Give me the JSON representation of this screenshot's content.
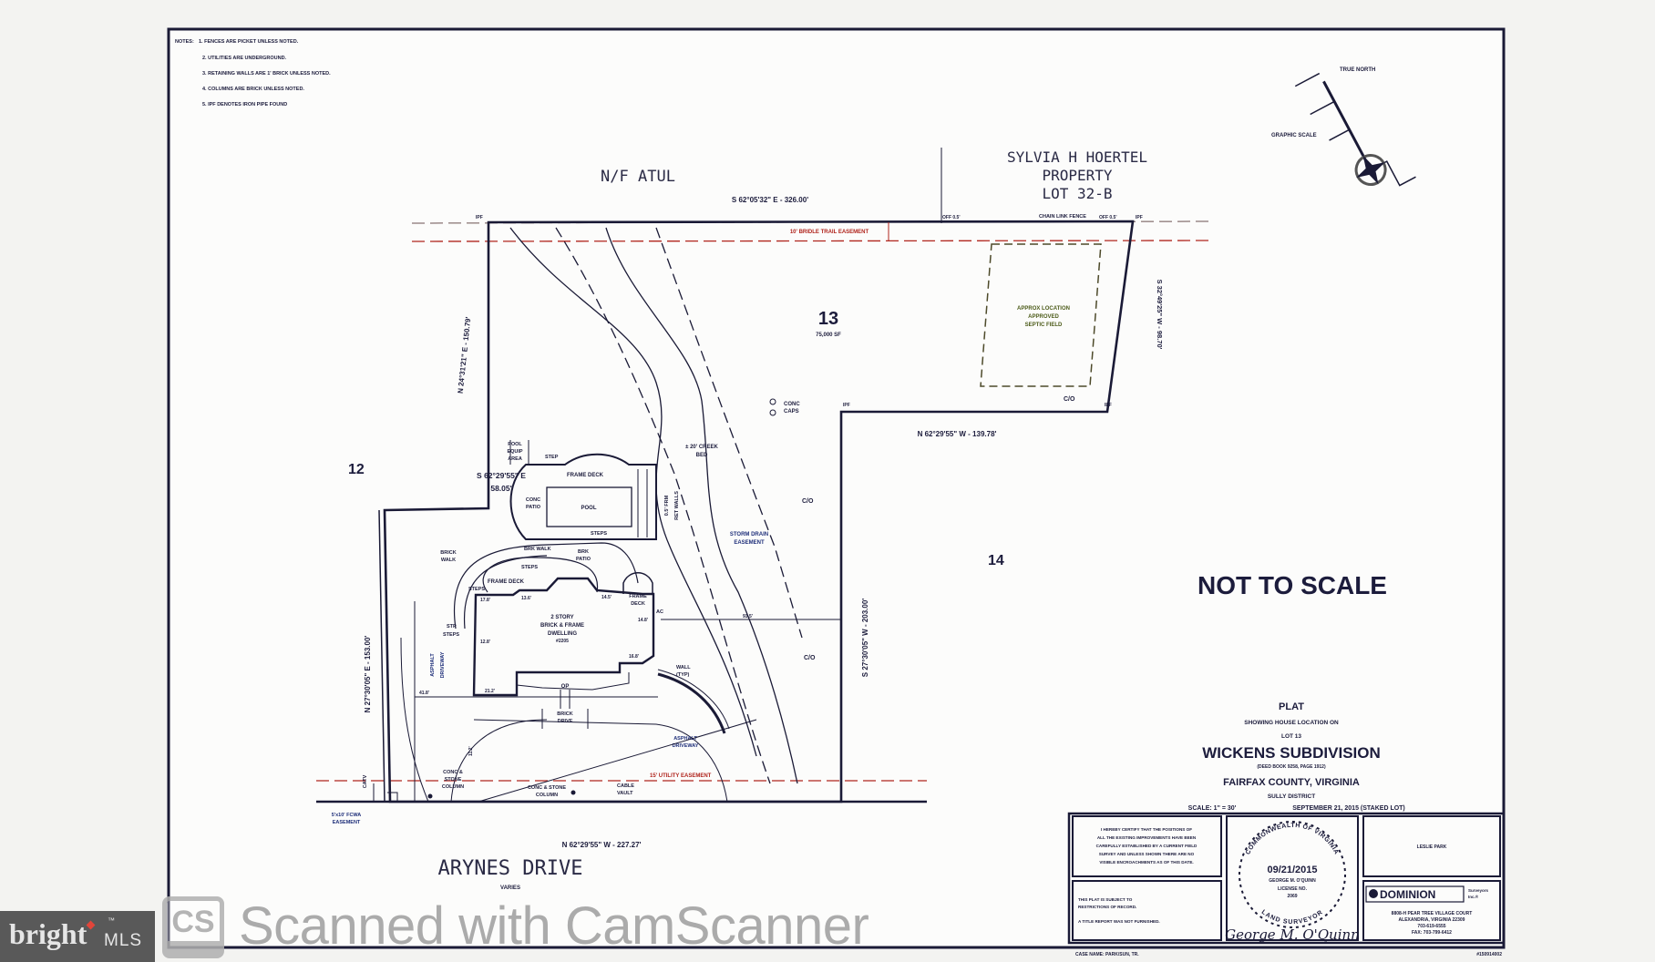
{
  "notes": {
    "heading": "NOTES:",
    "items": [
      "1. FENCES ARE PICKET UNLESS NOTED.",
      "2. UTILITIES ARE UNDERGROUND.",
      "3. RETAINING WALLS ARE 1' BRICK UNLESS NOTED.",
      "4. COLUMNS ARE BRICK UNLESS NOTED.",
      "5. IPF DENOTES IRON PIPE FOUND"
    ]
  },
  "compass": {
    "north": "TRUE NORTH",
    "scale": "GRAPHIC SCALE"
  },
  "adjoiners": {
    "north": "N/F ATUL",
    "northeast": [
      "SYLVIA H HOERTEL",
      "PROPERTY",
      "LOT 32-B"
    ],
    "west_lot": "12",
    "east_lot": "14"
  },
  "lot": {
    "number": "13",
    "area": "75,000 SF"
  },
  "bearings": {
    "north": "S 62°05'32\" E   -   326.00'",
    "east_upper": "S 32°49'25\" W   -   98.70'",
    "east_jog": "N 62°29'55\" W   -   139.78'",
    "east_lower": "S 27°30'05\" W   -   203.00'",
    "south": "N 62°29'55\" W   -   227.27'",
    "west_upper": "N 24°31'21\" E   -   150.79'",
    "west_jog_1": "S 62°29'55\" E",
    "west_jog_2": "58.05'",
    "west_lower": "N 27°30'05\" E   -   153.00'"
  },
  "labels": {
    "chain_link": "CHAIN LINK FENCE",
    "ipf": "IPF",
    "off": "OFF 0.5'",
    "bridle": "10' BRIDLE TRAIL EASEMENT",
    "septic": [
      "APPROX LOCATION",
      "APPROVED",
      "SEPTIC FIELD"
    ],
    "co": "C/O",
    "conc_caps": [
      "CONC",
      "CAPS"
    ],
    "creek": [
      "± 20' CREEK",
      "BED"
    ],
    "storm": [
      "STORM DRAIN",
      "EASEMENT"
    ],
    "ret_walls": [
      "0.5' FRM",
      "RET WALLS"
    ],
    "pool_equip": [
      "POOL",
      "EQUIP",
      "AREA"
    ],
    "step": "STEP",
    "frame_deck": "FRAME DECK",
    "conc_patio": [
      "CONC",
      "PATIO"
    ],
    "pool": "POOL",
    "steps": "STEPS",
    "brk_walk": "BRK WALK",
    "brk_patio": [
      "BRK",
      "PATIO"
    ],
    "brick_walk": [
      "BRICK",
      "WALK"
    ],
    "stp": "STP",
    "dwelling": [
      "2 STORY",
      "BRICK & FRAME",
      "DWELLING",
      "#2205"
    ],
    "frame_deck_small": [
      "FRAME",
      "DECK"
    ],
    "ac": "AC",
    "op": "OP",
    "brick_drive": [
      "BRICK",
      "DRIVE"
    ],
    "asphalt": [
      "ASPHALT",
      "DRIVEWAY"
    ],
    "wall": [
      "WALL",
      "(TYP)"
    ],
    "dims": [
      "17.8'",
      "13.6'",
      "14.5'",
      "14.8'",
      "16.8'",
      "12.8'",
      "21.2'",
      "41.8'",
      "93.5'",
      "11.2'"
    ],
    "column_1": [
      "CONC &",
      "STONE",
      "COLUMN"
    ],
    "column_2": [
      "CONC & STONE",
      "COLUMN"
    ],
    "cable": [
      "CABLE",
      "VAULT"
    ],
    "utility": "15' UTILITY EASEMENT",
    "fcwa": [
      "5'x10' FCWA",
      "EASEMENT"
    ],
    "catv": "CATV",
    "street": "ARYNES DRIVE",
    "street_rw": "VARIES"
  },
  "not_to_scale": "NOT TO SCALE",
  "title_block": {
    "plat": "PLAT",
    "showing": "SHOWING HOUSE LOCATION ON",
    "lot": "LOT 13",
    "subdivision": "WICKENS SUBDIVISION",
    "deed": "(DEED BOOK 9258, PAGE 1912)",
    "county": "FAIRFAX COUNTY, VIRGINIA",
    "district": "SULLY DISTRICT",
    "scale": "SCALE:  1\" = 30'",
    "date": "SEPTEMBER 21, 2015 (STAKED LOT)"
  },
  "certification": [
    "I HEREBY CERTIFY THAT THE POSITIONS OF",
    "ALL THE EXISTING IMPROVEMENTS HAVE BEEN",
    "CAREFULLY ESTABLISHED BY A CURRENT FIELD",
    "SURVEY AND UNLESS SHOWN THERE ARE NO",
    "VISIBLE ENCROACHMENTS AS OF THIS DATE."
  ],
  "restrictions": [
    "THIS PLAT IS SUBJECT TO",
    "RESTRICTIONS OF RECORD.",
    "A TITLE REPORT WAS NOT FURNISHED."
  ],
  "seal": {
    "top": "COMMONWEALTH OF VIRGINIA",
    "bottom": "LAND SURVEYOR",
    "date": "09/21/2015",
    "name": "GEORGE M. O'QUINN",
    "license_label": "LICENSE NO.",
    "license_no": "2069",
    "signature": "George M. O'Quinn"
  },
  "client": "LESLIE PARK",
  "surveyor": {
    "logo": "DOMINION",
    "logo_suffix": [
      "Surveyors",
      "Inc.®"
    ],
    "address": [
      "8808-H PEAR TREE VILLAGE COURT",
      "ALEXANDRIA, VIRGINIA 22309",
      "703-619-6555",
      "FAX: 703-799-6412"
    ]
  },
  "footer": {
    "case_name": "CASE NAME: PARK/SUN, TR.",
    "file_no": "#150914002"
  },
  "watermark": {
    "logo": "CS",
    "text": "Scanned with CamScanner"
  },
  "badge": {
    "brand": "bright",
    "suffix": "MLS",
    "tm": "™"
  },
  "colors": {
    "linework": "#1a1a36",
    "easement": "#b0241c",
    "storm": "#1f2f7a",
    "septic": "#4d5c1a",
    "watermark": "#9e9e9e",
    "badge_bg": "#595959"
  }
}
